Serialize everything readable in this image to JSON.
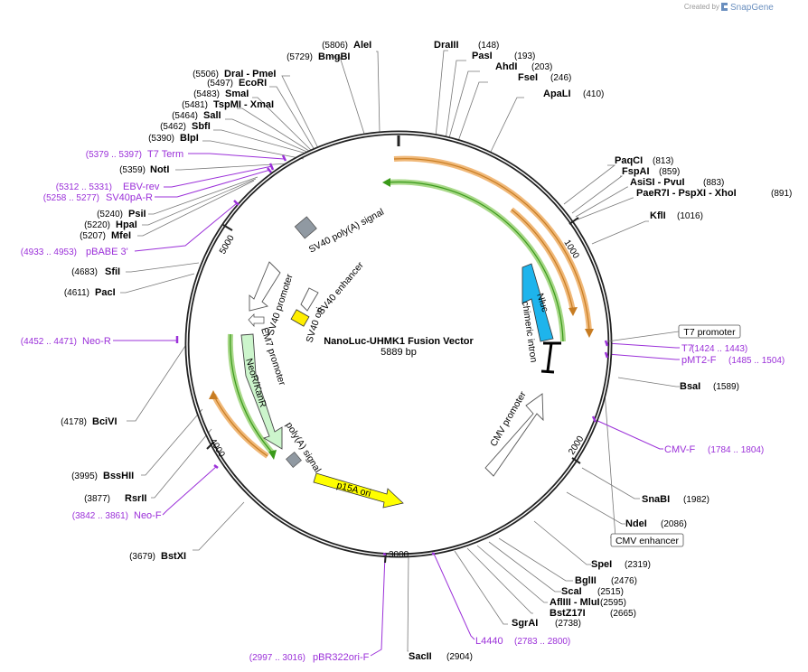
{
  "watermark": {
    "created_by": "Created by",
    "brand": "SnapGene"
  },
  "plasmid": {
    "name": "NanoLuc-UHMK1 Fusion Vector",
    "size": "5889 bp"
  },
  "ticks": [
    "1000",
    "2000",
    "3000",
    "4000",
    "5000"
  ],
  "sites": [
    {
      "name": "AleI",
      "pos": "(5806)"
    },
    {
      "name": "BmgBI",
      "pos": "(5729)"
    },
    {
      "name": "DraI  - PmeI",
      "pos": "(5506)"
    },
    {
      "name": "EcoRI",
      "pos": "(5497)"
    },
    {
      "name": "SmaI",
      "pos": "(5483)"
    },
    {
      "name": "TspMI  - XmaI",
      "pos": "(5481)"
    },
    {
      "name": "SalI",
      "pos": "(5464)"
    },
    {
      "name": "SbfI",
      "pos": "(5462)"
    },
    {
      "name": "BlpI",
      "pos": "(5390)"
    },
    {
      "name": "NotI",
      "pos": "(5359)"
    },
    {
      "name": "PsiI",
      "pos": "(5240)"
    },
    {
      "name": "HpaI",
      "pos": "(5220)"
    },
    {
      "name": "MfeI",
      "pos": "(5207)"
    },
    {
      "name": "SfiI",
      "pos": "(4683)"
    },
    {
      "name": "PacI",
      "pos": "(4611)"
    },
    {
      "name": "BciVI",
      "pos": "(4178)"
    },
    {
      "name": "BssHII",
      "pos": "(3995)"
    },
    {
      "name": "RsrII",
      "pos": "(3877)"
    },
    {
      "name": "BstXI",
      "pos": "(3679)"
    },
    {
      "name": "DraIII",
      "pos": "(148)"
    },
    {
      "name": "PasI",
      "pos": "(193)"
    },
    {
      "name": "AhdI",
      "pos": "(203)"
    },
    {
      "name": "FseI",
      "pos": "(246)"
    },
    {
      "name": "ApaLI",
      "pos": "(410)"
    },
    {
      "name": "PaqCI",
      "pos": "(813)"
    },
    {
      "name": "FspAI",
      "pos": "(859)"
    },
    {
      "name": "AsiSI  - PvuI",
      "pos": "(883)"
    },
    {
      "name": "PaeR7I  - PspXI  - XhoI",
      "pos": "(891)"
    },
    {
      "name": "KflI",
      "pos": "(1016)"
    },
    {
      "name": "BsaI",
      "pos": "(1589)"
    },
    {
      "name": "SnaBI",
      "pos": "(1982)"
    },
    {
      "name": "NdeI",
      "pos": "(2086)"
    },
    {
      "name": "SpeI",
      "pos": "(2319)"
    },
    {
      "name": "BglII",
      "pos": "(2476)"
    },
    {
      "name": "ScaI",
      "pos": "(2515)"
    },
    {
      "name": "AflIII  - MluI",
      "pos": "(2595)"
    },
    {
      "name": "BstZ17I",
      "pos": "(2665)"
    },
    {
      "name": "SgrAI",
      "pos": "(2738)"
    },
    {
      "name": "SacII",
      "pos": "(2904)"
    }
  ],
  "primers": [
    {
      "name": "T7 Term",
      "pos": "(5379 .. 5397)"
    },
    {
      "name": "EBV-rev",
      "pos": "(5312 .. 5331)"
    },
    {
      "name": "SV40pA-R",
      "pos": "(5258 .. 5277)"
    },
    {
      "name": "pBABE 3'",
      "pos": "(4933 .. 4953)"
    },
    {
      "name": "Neo-R",
      "pos": "(4452 .. 4471)"
    },
    {
      "name": "Neo-F",
      "pos": "(3842 .. 3861)"
    },
    {
      "name": "pBR322ori-F",
      "pos": "(2997 .. 3016)"
    },
    {
      "name": "L4440",
      "pos": "(2783 .. 2800)"
    },
    {
      "name": "T7",
      "pos": "(1424 .. 1443)"
    },
    {
      "name": "pMT2-F",
      "pos": "(1485 .. 1504)"
    },
    {
      "name": "CMV-F",
      "pos": "(1784 .. 1804)"
    }
  ],
  "boxed_features": {
    "t7_promoter": "T7 promoter",
    "cmv_enhancer": "CMV enhancer"
  },
  "features": {
    "sv40_polya": "SV40 poly(A) signal",
    "sv40_promoter": "SV40 promoter",
    "sv40_enhancer": "SV40 enhancer",
    "sv40_ori": "SV40 ori",
    "em7_promoter": "EM7 promoter",
    "neor": "NeoR/KanR",
    "polya": "poly(A) signal",
    "p15a": "p15A ori",
    "nluc": "Nluc",
    "chimeric_intron": "chimeric intron",
    "cmv_promoter": "CMV promoter"
  },
  "colors": {
    "backbone": "#222222",
    "label_line": "#777777",
    "primer": "#9b30d9",
    "orange_arc": "#f0b878",
    "green_arc": "#a8d888",
    "nluc": "#1eb4ec",
    "neor": "#ccf5cc",
    "p15a": "#ffff00",
    "ori_box": "#ffee00",
    "polya_box": "#9099a2",
    "promoter": "#ffffff"
  }
}
